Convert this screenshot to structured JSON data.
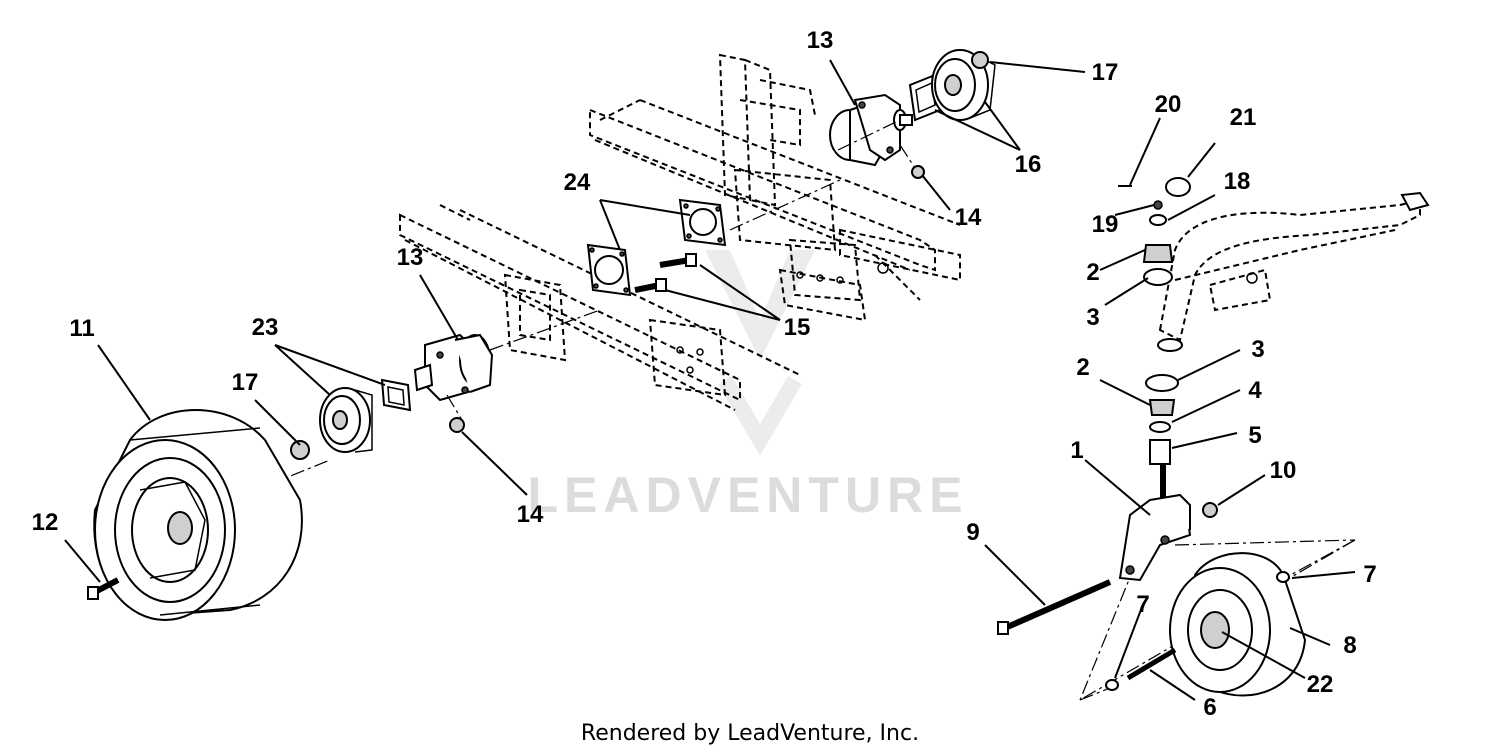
{
  "callouts": {
    "n1": "1",
    "n2a": "2",
    "n2b": "2",
    "n3a": "3",
    "n3b": "3",
    "n4": "4",
    "n5": "5",
    "n6": "6",
    "n7a": "7",
    "n7b": "7",
    "n8": "8",
    "n9": "9",
    "n10": "10",
    "n11": "11",
    "n12": "12",
    "n13a": "13",
    "n13b": "13",
    "n14a": "14",
    "n14b": "14",
    "n15": "15",
    "n16": "16",
    "n17a": "17",
    "n17b": "17",
    "n18": "18",
    "n19": "19",
    "n20": "20",
    "n21": "21",
    "n22": "22",
    "n23": "23",
    "n24": "24"
  },
  "watermark": "LEADVENTURE",
  "footer": "Rendered by LeadVenture, Inc."
}
